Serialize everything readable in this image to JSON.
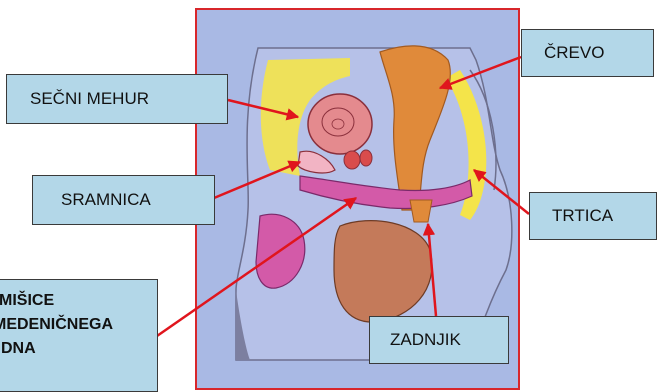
{
  "labels": {
    "bladder": "SEČNI MEHUR",
    "pubis": "SRAMNICA",
    "colon": "ČREVO",
    "coccyx": "TRTICA",
    "anus": "ZADNJIK",
    "pelvic_floor_line1": "MIŠICE",
    "pelvic_floor_line2": "MEDENIČNEGA",
    "pelvic_floor_line3": "DNA"
  },
  "colors": {
    "frame_border": "#d8262b",
    "paper": "#a9b9e4",
    "label_fill": "#b3d7e8",
    "arrow": "#e0151d",
    "bladder": "#e48a8e",
    "muscle": "#d35aa8",
    "colon": "#e08a3a",
    "bone": "#f4e44a"
  }
}
